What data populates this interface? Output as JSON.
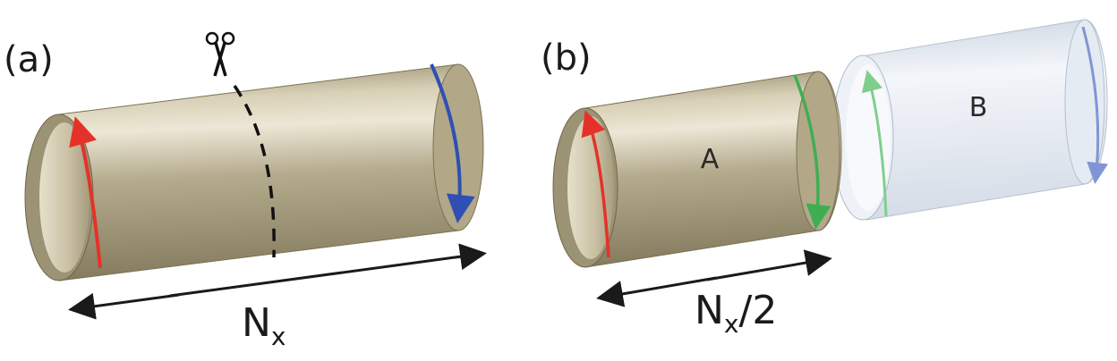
{
  "panels": [
    {
      "label": "(a)",
      "dimension": {
        "main": "N",
        "sub": "x",
        "suffix": ""
      }
    },
    {
      "label": "(b)",
      "dimension": {
        "main": "N",
        "sub": "x",
        "suffix": "/2"
      },
      "parts": [
        "A",
        "B"
      ]
    }
  ],
  "icons": [
    "scissors-icon"
  ],
  "colors": {
    "tube": "#b4aa8c",
    "tube_dark": "#8f8567",
    "tube_light": "#e9e4d2",
    "ghost": "#dfe6ef",
    "arrow_red": "#e53228",
    "arrow_blue": "#2f4fb4",
    "arrow_green": "#3fae52",
    "arrow_black": "#1a1a1a"
  }
}
